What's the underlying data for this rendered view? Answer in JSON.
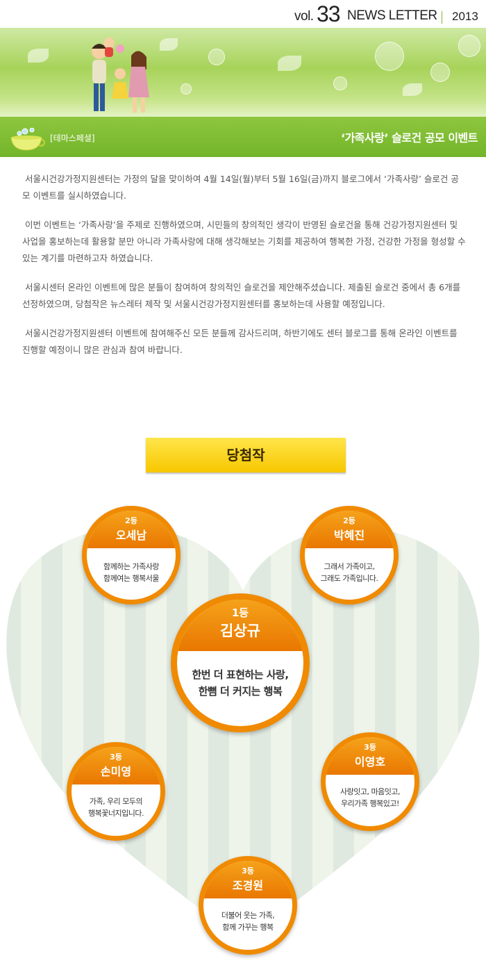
{
  "header": {
    "vol": "vol.",
    "issue": "33",
    "newsletter": "NEWS LETTER",
    "year": "2013"
  },
  "section": {
    "tag": "[테마스페셜]",
    "title": "‘가족사랑’ 슬로건 공모 이벤트"
  },
  "paragraphs": [
    "서울시건강가정지원센터는 가정의 달을 맞이하여 4월 14일(월)부터 5월 16일(금)까지 블로그에서 ‘가족사랑’ 슬로건 공모 이벤트를 실시하였습니다.",
    "이번 이벤트는 ‘가족사랑’을 주제로 진행하였으며, 시민들의 창의적인 생각이 반영된 슬로건을 통해 건강가정지원센터 및 사업을 홍보하는데 활용할 분만 아니라 가족사랑에 대해 생각해보는 기회를 제공하여 행복한 가정, 건강한 가정을 형성할 수 있는 계기를 마련하고자 하였습니다.",
    "서울시센터 온라인 이벤트에 많은 분들이 참여하여 창의적인 슬로건을 제안해주셨습니다. 제출된 슬로건 중에서 총 6개를 선정하였으며, 당첨작은 뉴스레터 제작 및 서울시건강가정지원센터를 홍보하는데 사용할 예정입니다.",
    "서울시건강가정지원센터 이벤트에 참여해주신 모든 분들께 감사드리며, 하반기에도 센터 블로그를 통해 온라인 이벤트를 진행할 예정이니 많은 관심과 참여 바랍니다."
  ],
  "winners_title": "당첨작",
  "winners": {
    "first": {
      "rank": "1등",
      "name": "김상규",
      "slogan1": "한번 더 표현하는 사랑,",
      "slogan2": "한뼘 더 커지는 행복"
    },
    "second_a": {
      "rank": "2등",
      "name": "오세남",
      "slogan1": "함께하는 가족사랑",
      "slogan2": "함께여는 행복서울"
    },
    "second_b": {
      "rank": "2등",
      "name": "박혜진",
      "slogan1": "그래서 가족이고,",
      "slogan2": "그래도 가족입니다."
    },
    "third_a": {
      "rank": "3등",
      "name": "손미영",
      "slogan1": "가족, 우리 모두의",
      "slogan2": "행복꽃너지입니다."
    },
    "third_b": {
      "rank": "3등",
      "name": "이영호",
      "slogan1": "사랑잇고, 마음잇고,",
      "slogan2": "우리가족 행복있고!"
    },
    "third_c": {
      "rank": "3등",
      "name": "조경원",
      "slogan1": "더불어 웃는 가족,",
      "slogan2": "함께 가꾸는 행복"
    }
  },
  "colors": {
    "accent_green": "#7fb82c",
    "accent_orange": "#f08a00",
    "gold": "#f7c700"
  }
}
